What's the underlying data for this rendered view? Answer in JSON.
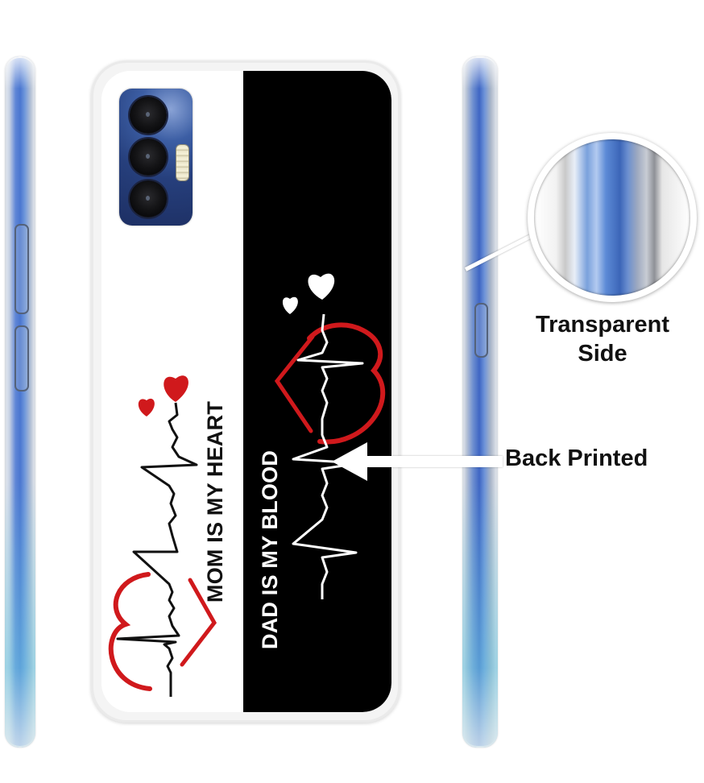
{
  "product": {
    "description": "Printed transparent phone back case",
    "case_colors": {
      "left_half": "#ffffff",
      "right_half": "#000000",
      "accent_red": "#d0191c"
    }
  },
  "print": {
    "left_text": "MOM IS MY HEART",
    "right_text": "DAD IS MY BLOOD"
  },
  "callouts": {
    "transparent_side": {
      "line1": "Transparent",
      "line2": "Side"
    },
    "back_printed": "Back Printed"
  },
  "icons": [
    "heart-icon",
    "heartbeat-line-icon",
    "camera-lens-icon",
    "flash-icon",
    "arrow-left-icon",
    "magnifier-circle"
  ]
}
